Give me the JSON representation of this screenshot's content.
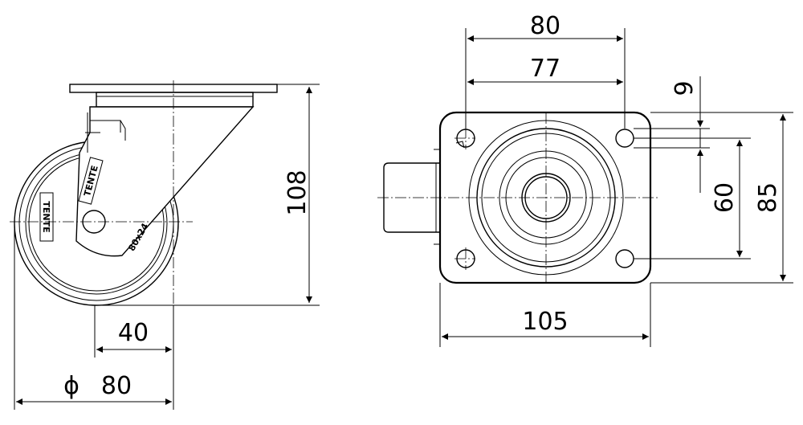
{
  "dimensions": {
    "wheel_diameter_symbol": "ϕ",
    "wheel_diameter": "80",
    "offset": "40",
    "height": "108",
    "plate_hole_spacing_outer": "80",
    "plate_hole_spacing_inner": "77",
    "hole_diameter": "9",
    "hole_spacing_vertical": "60",
    "plate_width": "85",
    "plate_length": "105"
  },
  "wheel_marking": {
    "brand": "TENTE",
    "tread_marking": "80x24"
  }
}
